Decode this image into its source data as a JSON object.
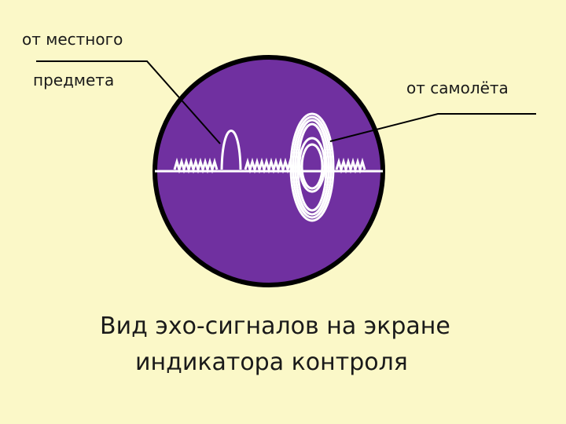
{
  "labels": {
    "local_object_line1": "от  местного",
    "local_object_line2": "предмета",
    "aircraft": "от самолёта"
  },
  "caption": {
    "line1": "Вид эхо-сигналов на экране",
    "line2": "индикатора контроля"
  },
  "colors": {
    "background": "#fbf8c8",
    "screen_fill": "#7030a0",
    "screen_border": "#000000",
    "signal": "#ffffff",
    "leader_line": "#000000"
  }
}
